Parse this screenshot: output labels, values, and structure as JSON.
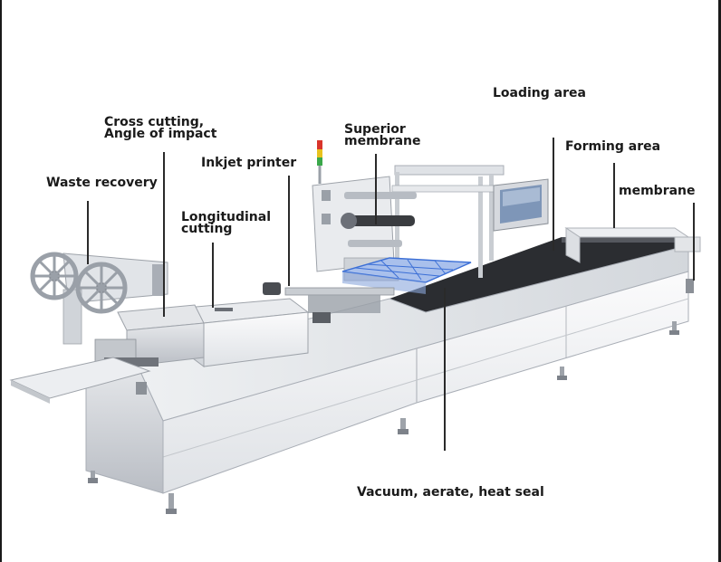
{
  "labels": {
    "loading_area": "Loading area",
    "cross_cutting_line1": "Cross cutting,",
    "cross_cutting_line2": "Angle of impact",
    "superior_membrane_line1": "Superior",
    "superior_membrane_line2": "membrane",
    "forming_area": "Forming area",
    "inkjet_printer": "Inkjet printer",
    "waste_recovery": "Waste recovery",
    "membrane": "membrane",
    "longitudinal_cutting_line1": "Longitudinal",
    "longitudinal_cutting_line2": "cutting",
    "vacuum_aerate_heat_seal": "Vacuum, aerate, heat seal"
  },
  "colors": {
    "steel_light": "#f2f3f5",
    "steel_mid": "#d9dce1",
    "steel_dark": "#a9aeb6",
    "text": "#1a1a1a",
    "blue_trays": "#3b6fd6",
    "lamp_red": "#d9342b",
    "lamp_yellow": "#e8c21d",
    "lamp_green": "#3aa84a"
  },
  "icons": {
    "waste_wheel": "waste-recovery-wheel-icon",
    "signal_lamp": "signal-tower-icon",
    "touch_screen": "touch-screen-panel-icon"
  }
}
